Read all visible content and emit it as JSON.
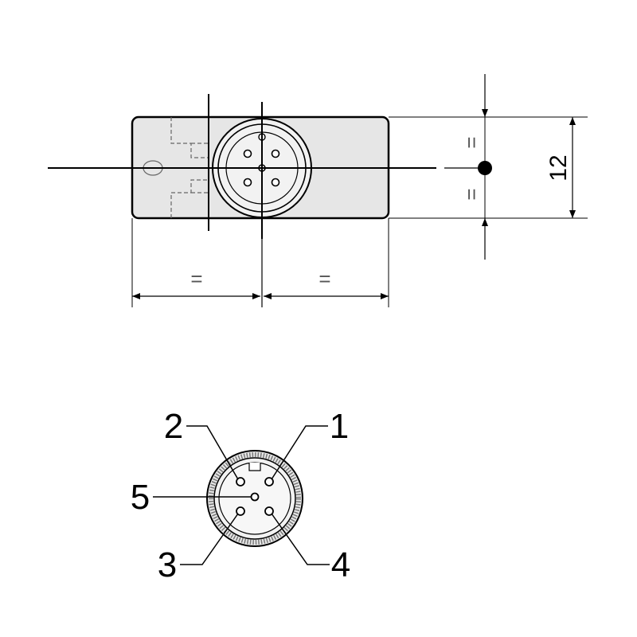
{
  "top_view": {
    "dimension_height": "12",
    "equal_left": "=",
    "equal_right": "=",
    "equal_upper": "=",
    "equal_lower": "="
  },
  "connector_view": {
    "pins": [
      {
        "label": "1"
      },
      {
        "label": "2"
      },
      {
        "label": "3"
      },
      {
        "label": "4"
      },
      {
        "label": "5"
      }
    ]
  },
  "colors": {
    "body_fill": "#e6e6e6",
    "line": "#000000",
    "connector_fill": "#eeeeee"
  }
}
